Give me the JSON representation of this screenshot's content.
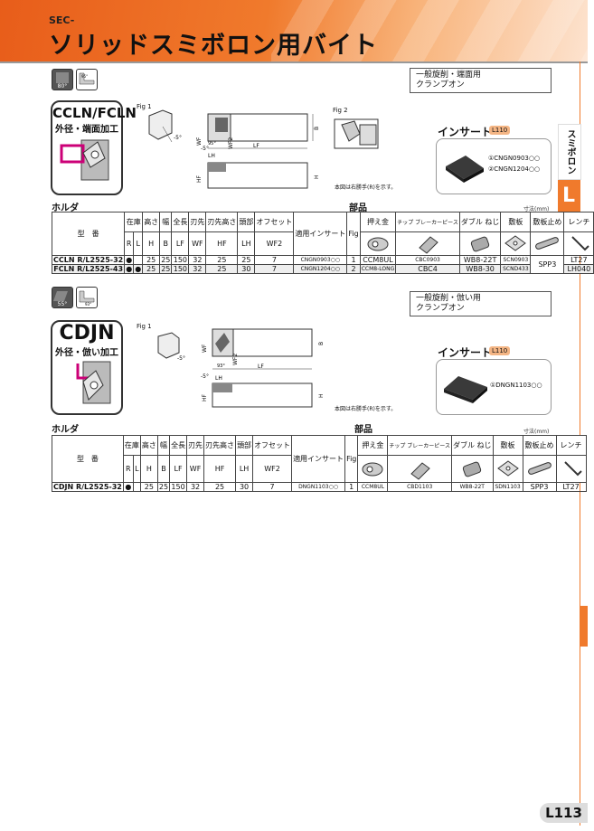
{
  "header": {
    "subtitle": "SEC-",
    "title": "ソリッドスミボロン用バイト"
  },
  "side_tab": {
    "vertical_label": "スミボロン",
    "letter": "L"
  },
  "section1": {
    "icon_grade": "80°",
    "icon_angle": "95°",
    "application": [
      "一般旋削・端面用",
      "クランプオン"
    ],
    "model_title": "CCLN/FCLN",
    "model_sub": "外径・端面加工",
    "fig1": "Fig 1",
    "fig2": "Fig 2",
    "dims": {
      "wf": "WF",
      "b": "B",
      "lf": "LF",
      "lh": "LH",
      "hf": "HF",
      "h": "H",
      "wf2": "WF2",
      "ang1": "-5°",
      "ang2": "-5°",
      "ang3": "95°"
    },
    "drawing_note": "本図は右勝手(R)を示す。",
    "insert_label": "インサート",
    "insert_ref": "L110",
    "inserts": [
      "①CNGN0903○○",
      "②CNGN1204○○"
    ],
    "holder_label": "ホルダ",
    "parts_label": "部品",
    "unit_note": "寸法(mm)",
    "headers": {
      "model": "型　番",
      "stock": "在庫",
      "height": "高さ",
      "width": "幅",
      "length": "全長",
      "tip": "刃先",
      "tip_height": "刃先高さ",
      "head": "頭部",
      "offset": "オフセット",
      "insert": "適用インサート",
      "fig": "Fig",
      "clamp": "押え金",
      "chip": "チップ\nブレーカーピース",
      "screw": "ダブル\nねじ",
      "seat": "敷板",
      "seat_stop": "敷板止め",
      "wrench": "レンチ",
      "r": "R",
      "l": "L",
      "h": "H",
      "b": "B",
      "lf": "LF",
      "wf": "WF",
      "hf": "HF",
      "lh": "LH",
      "wf2": "WF2"
    },
    "rows": [
      {
        "model": "CCLN R/L2525-32",
        "r": "●",
        "l": "",
        "h": "25",
        "b": "25",
        "lf": "150",
        "wf": "32",
        "hf": "25",
        "lh": "25",
        "wf2": "7",
        "insert": "CNGN0903○○",
        "fig": "1",
        "clamp": "CCM8UL",
        "chip": "CBC0903",
        "screw": "WB8-22T",
        "seat": "SCN0903",
        "seat_stop": "SPP3",
        "wrench": "LT27"
      },
      {
        "model": "FCLN R/L2525-43",
        "r": "●",
        "l": "●",
        "h": "25",
        "b": "25",
        "lf": "150",
        "wf": "32",
        "hf": "25",
        "lh": "30",
        "wf2": "7",
        "insert": "CNGN1204○○",
        "fig": "2",
        "clamp": "CCM8-LONG",
        "chip": "CBC4",
        "screw": "WB8-30",
        "seat": "SCND433",
        "seat_stop": "",
        "wrench": "LH040"
      }
    ]
  },
  "section2": {
    "icon_grade": "55°",
    "icon_angle": "93°",
    "application": [
      "一般旋削・倣い用",
      "クランプオン"
    ],
    "model_title": "CDJN",
    "model_sub": "外径・倣い加工",
    "fig1": "Fig 1",
    "dims": {
      "wf": "WF",
      "b": "B",
      "lf": "LF",
      "lh": "LH",
      "hf": "HF",
      "h": "H",
      "wf2": "WF2",
      "ang1": "-5°",
      "ang2": "-5°",
      "ang3": "93°"
    },
    "drawing_note": "本図は右勝手(R)を示す。",
    "insert_label": "インサート",
    "insert_ref": "L110",
    "inserts": [
      "①DNGN1103○○"
    ],
    "holder_label": "ホルダ",
    "parts_label": "部品",
    "unit_note": "寸法(mm)",
    "rows": [
      {
        "model": "CDJN R/L2525-32",
        "r": "●",
        "l": "",
        "h": "25",
        "b": "25",
        "lf": "150",
        "wf": "32",
        "hf": "25",
        "lh": "30",
        "wf2": "7",
        "insert": "DNGN1103○○",
        "fig": "1",
        "clamp": "CCM8UL",
        "chip": "CBD1103",
        "screw": "WB8-22T",
        "seat": "SDN1103",
        "seat_stop": "SPP3",
        "wrench": "LT27"
      }
    ]
  },
  "page_number": "L113",
  "colors": {
    "orange": "#f07a2c",
    "magenta": "#cc0077",
    "insert_gray": "#3a3a3a"
  }
}
